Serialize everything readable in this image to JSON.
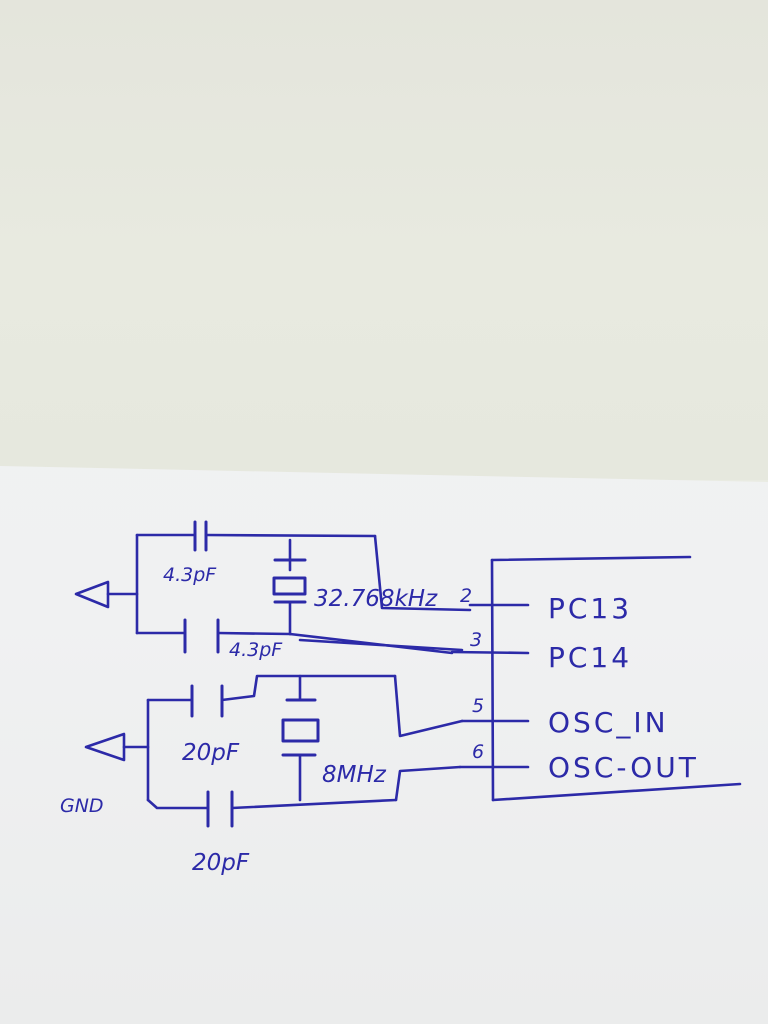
{
  "schematic": {
    "ink_color": "#2c2aa8",
    "pins": [
      {
        "number": "2",
        "name": "PC13"
      },
      {
        "number": "3",
        "name": "PC14"
      },
      {
        "number": "5",
        "name": "OSC_IN"
      },
      {
        "number": "6",
        "name": "OSC-OUT"
      }
    ],
    "components": {
      "c_lse_top": "4.3pF",
      "c_lse_bottom": "4.3pF",
      "crystal_lse": "32.768kHz",
      "c_hse_top": "20pF",
      "c_hse_bottom": "20pF",
      "crystal_hse": "8MHz"
    },
    "ground_label": "GND",
    "ground_icon": "ground-triangle-icon"
  }
}
